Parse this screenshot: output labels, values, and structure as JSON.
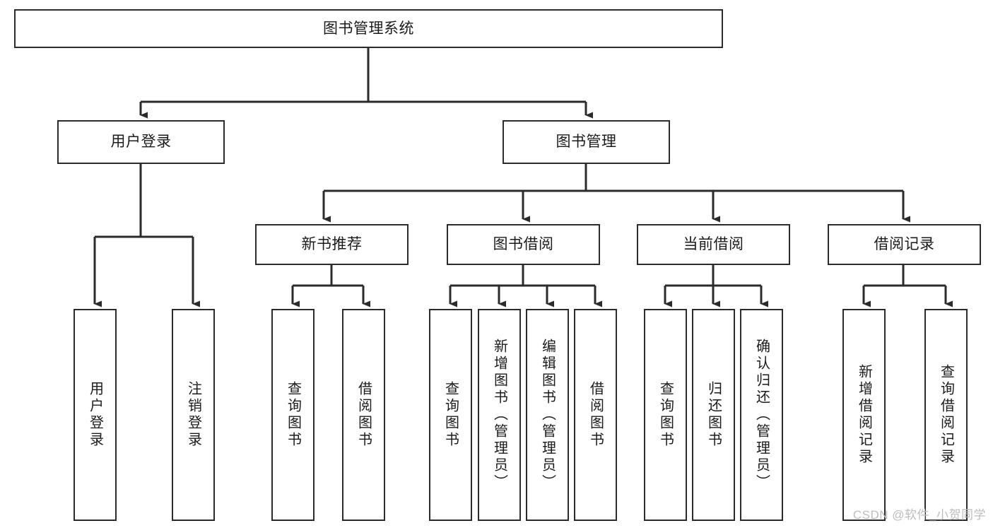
{
  "diagram": {
    "type": "tree",
    "title": "图书管理系统",
    "watermark": "CSDN @软件_小贺同学",
    "colors": {
      "box_border": "#2b2b2b",
      "box_fill": "#ffffff",
      "connector": "#2b2b2b",
      "text": "#1b1b1b",
      "watermark": "#bdbdbd",
      "background": "#ffffff"
    },
    "root": {
      "label": "图书管理系统"
    },
    "level2": [
      {
        "label": "用户登录"
      },
      {
        "label": "图书管理"
      }
    ],
    "level3": [
      {
        "label": "新书推荐"
      },
      {
        "label": "图书借阅"
      },
      {
        "label": "当前借阅"
      },
      {
        "label": "借阅记录"
      }
    ],
    "leaves": {
      "user_login": [
        {
          "label": "用户登录"
        },
        {
          "label": "注销登录"
        }
      ],
      "new_book_recommend": [
        {
          "label": "查询图书"
        },
        {
          "label": "借阅图书"
        }
      ],
      "book_borrow": [
        {
          "label": "查询图书"
        },
        {
          "label": "新增图书（管理员）"
        },
        {
          "label": "编辑图书（管理员）"
        },
        {
          "label": "借阅图书"
        }
      ],
      "current_borrow": [
        {
          "label": "查询图书"
        },
        {
          "label": "归还图书"
        },
        {
          "label": "确认归还（管理员）"
        }
      ],
      "borrow_record": [
        {
          "label": "新增借阅记录"
        },
        {
          "label": "查询借阅记录"
        }
      ]
    }
  }
}
